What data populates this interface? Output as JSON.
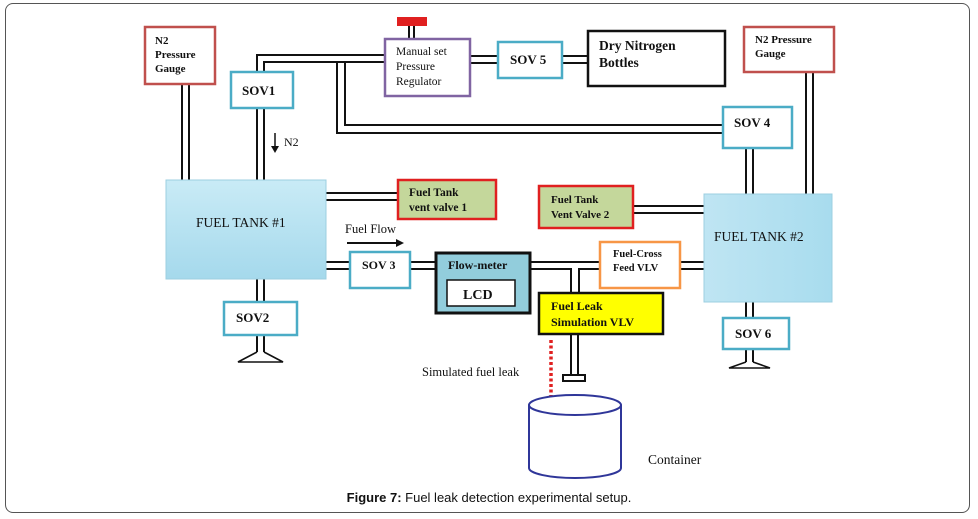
{
  "figure": {
    "caption_label": "Figure 7:",
    "caption_text": " Fuel leak detection experimental setup."
  },
  "components": {
    "n2_gauge_left": {
      "lines": [
        "N2",
        "Pressure",
        "Gauge"
      ]
    },
    "sov1": {
      "label": "SOV1"
    },
    "pressure_regulator": {
      "lines": [
        "Manual set",
        "Pressure",
        "Regulator"
      ]
    },
    "sov5": {
      "label": "SOV 5"
    },
    "nitrogen_bottles": {
      "lines": [
        "Dry Nitrogen",
        "Bottles"
      ]
    },
    "n2_gauge_right": {
      "lines": [
        "N2 Pressure",
        "Gauge"
      ]
    },
    "sov4": {
      "label": "SOV 4"
    },
    "fuel_tank_1": {
      "label": "FUEL TANK #1"
    },
    "vent_valve_1": {
      "lines": [
        "Fuel Tank",
        "vent valve 1"
      ]
    },
    "vent_valve_2": {
      "lines": [
        "Fuel Tank",
        "Vent Valve 2"
      ]
    },
    "fuel_tank_2": {
      "label": "FUEL TANK #2"
    },
    "sov3": {
      "label": "SOV 3"
    },
    "flow_meter": {
      "label": "Flow-meter",
      "display": "LCD"
    },
    "cross_feed": {
      "lines": [
        "Fuel-Cross",
        "Feed VLV"
      ]
    },
    "leak_valve": {
      "lines": [
        "Fuel Leak",
        "Simulation VLV"
      ]
    },
    "sov2": {
      "label": "SOV2"
    },
    "sov6": {
      "label": "SOV 6"
    },
    "container": {
      "label": "Container"
    }
  },
  "annotations": {
    "n2_flow": "N2",
    "fuel_flow": "Fuel Flow",
    "simulated_leak": "Simulated fuel leak"
  },
  "colors": {
    "gauge_border": "#c0504d",
    "sov_border": "#4bacc6",
    "regulator_border": "#8064a2",
    "tank_fill": "#b7e1f0",
    "vent_fill": "#c4d79b",
    "vent_border": "#e02020",
    "flowmeter_fill": "#92cddc",
    "crossfeed_border": "#f79646",
    "leak_fill": "#ffff00",
    "container_stroke": "#2f3699",
    "leak_arrow": "#e02020",
    "regulator_knob": "#e02020"
  }
}
